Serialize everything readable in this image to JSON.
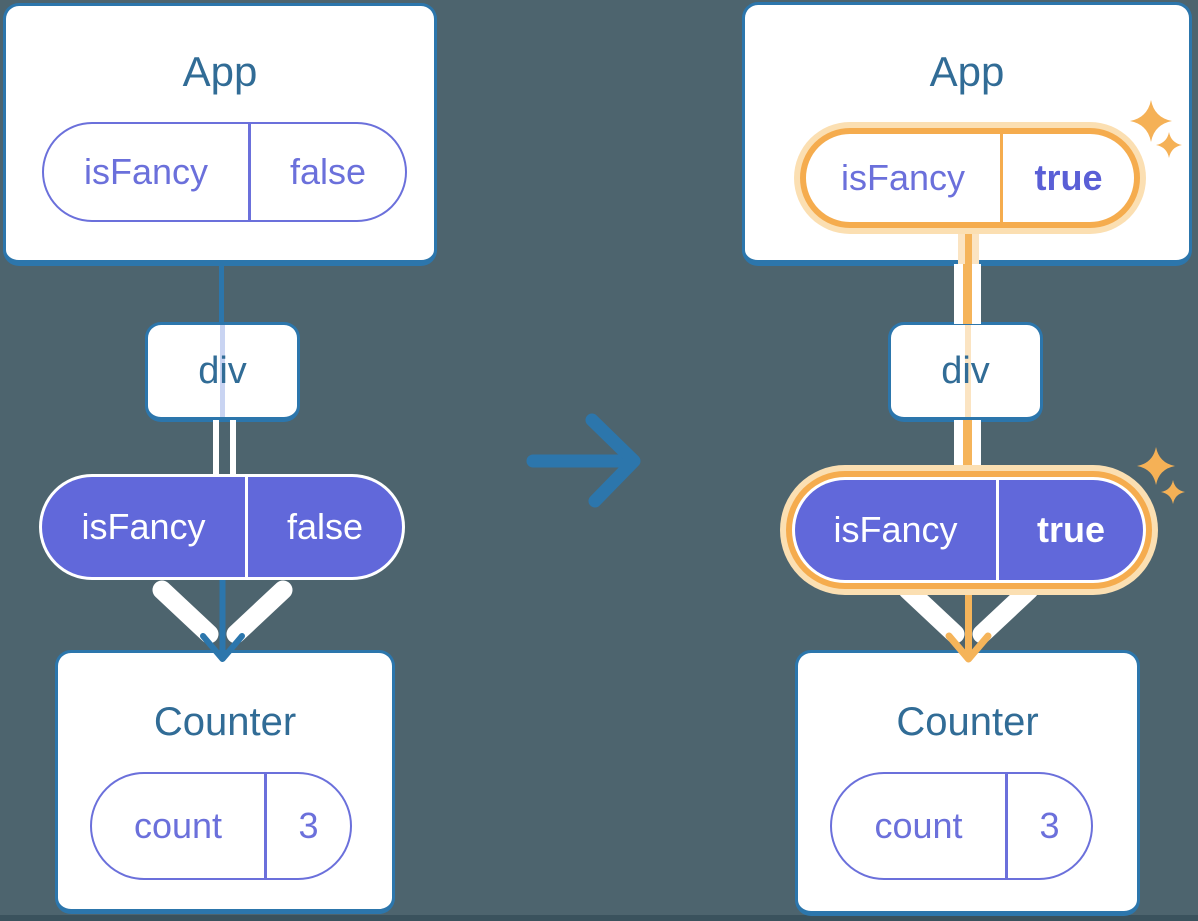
{
  "diagram": {
    "description": "Component tree prop-flow diagram, before and after isFancy state change",
    "left": {
      "app": {
        "title": "App",
        "pill": {
          "key": "isFancy",
          "value": "false"
        }
      },
      "div_node": {
        "label": "div"
      },
      "prop_pill": {
        "key": "isFancy",
        "value": "false"
      },
      "counter": {
        "title": "Counter",
        "pill": {
          "key": "count",
          "value": "3"
        }
      }
    },
    "right": {
      "app": {
        "title": "App",
        "pill": {
          "key": "isFancy",
          "value": "true"
        }
      },
      "div_node": {
        "label": "div"
      },
      "prop_pill": {
        "key": "isFancy",
        "value": "true"
      },
      "counter": {
        "title": "Counter",
        "pill": {
          "key": "count",
          "value": "3"
        }
      }
    },
    "colors": {
      "background": "#4D646E",
      "bottom_strip": "#3A525D",
      "card_fill": "#FFFFFF",
      "card_border": "#2C76AC",
      "title_text": "#316C96",
      "purple_outline": "#6B70DB",
      "purple_fill": "#6168DA",
      "highlight_orange": "#F5AC4E",
      "highlight_halo": "#FBDFB2",
      "sparkle": "#F5B156",
      "arrow_blue": "#2C76AC",
      "arrow_orange": "#F5B45A",
      "lavender_line": "#C9D4F2",
      "peach_line": "#FBE4C2"
    }
  }
}
